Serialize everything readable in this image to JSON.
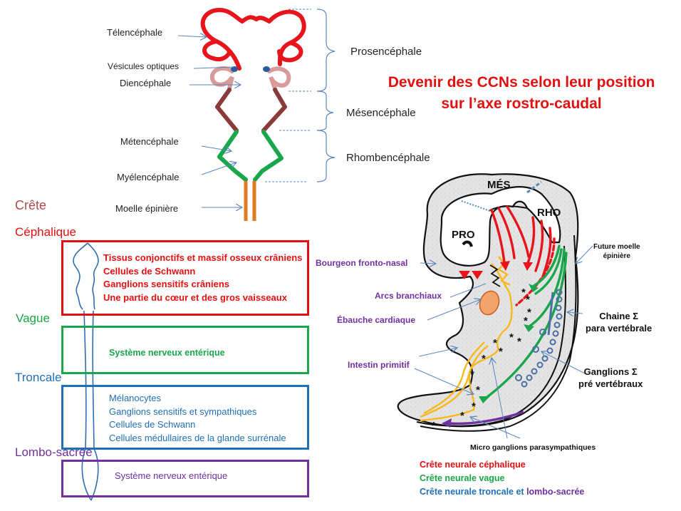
{
  "title": {
    "line1": "Devenir des CCNs  selon leur position",
    "line2": "sur l’axe rostro-caudal"
  },
  "brain": {
    "structures": [
      {
        "label": "Télencéphale"
      },
      {
        "label": "Vésicules optiques"
      },
      {
        "label": "Diencéphale"
      },
      {
        "label": "Métencéphale"
      },
      {
        "label": "Myélencéphale"
      },
      {
        "label": "Moelle épinière"
      }
    ],
    "regions": [
      {
        "label": "Prosencéphale"
      },
      {
        "label": "Mésencéphale"
      },
      {
        "label": "Rhombencéphale"
      }
    ],
    "colors": {
      "telencephale": "#e8141b",
      "diencephale": "#d89a9a",
      "mesencephale": "#8b3a3a",
      "rhombencephale": "#1aa64a",
      "moelle": "#e07a20",
      "vesicules": "#2b5c9e"
    }
  },
  "crest": {
    "heading": "Crête",
    "levels": [
      {
        "name": "Céphalique",
        "color": "#e31010",
        "bold": true,
        "derivatives": [
          "Tissus conjonctifs et massif osseux crâniens",
          "Cellules de Schwann",
          "Ganglions sensitifs crâniens",
          "Une partie du cœur et des gros vaisseaux"
        ]
      },
      {
        "name": "Vague",
        "color": "#1aa64a",
        "bold": true,
        "derivatives": [
          "Système nerveux entérique"
        ]
      },
      {
        "name": "Troncale",
        "color": "#1f6fb5",
        "bold": false,
        "derivatives": [
          "Mélanocytes",
          "Ganglions sensitifs et sympathiques",
          "Cellules de Schwann",
          "Cellules  médullaires de la glande surrénale"
        ]
      },
      {
        "name": "Lombo-sacrée",
        "color": "#7030a0",
        "bold": false,
        "derivatives": [
          "Système nerveux entérique"
        ]
      }
    ]
  },
  "embryo": {
    "vesicles": {
      "mes": "MÉS",
      "rho": "RHO",
      "pro": "PRO"
    },
    "labels": {
      "bourgeon": "Bourgeon fronto-nasal",
      "arcs": "Arcs branchiaux",
      "ebauche": "Ébauche cardiaque",
      "intestin": "Intestin primitif",
      "future_moelle_1": "Future moelle",
      "future_moelle_2": "épinière",
      "chaine_1": "Chaine Σ",
      "chaine_2": "para vertébrale",
      "ganglions_1": "Ganglions Σ",
      "ganglions_2": "pré vertébraux",
      "micro": "Micro ganglions  parasympathiques"
    },
    "label_color": "#7030a0"
  },
  "legend": {
    "items": [
      {
        "text": "Crête neurale céphalique",
        "color": "#e31010"
      },
      {
        "text": "Crête neurale vague",
        "color": "#1aa64a"
      },
      {
        "text": "Crête neurale troncale et",
        "color": "#1f6fb5"
      },
      {
        "text": "lombo-sacrée",
        "color": "#7030a0"
      }
    ]
  }
}
